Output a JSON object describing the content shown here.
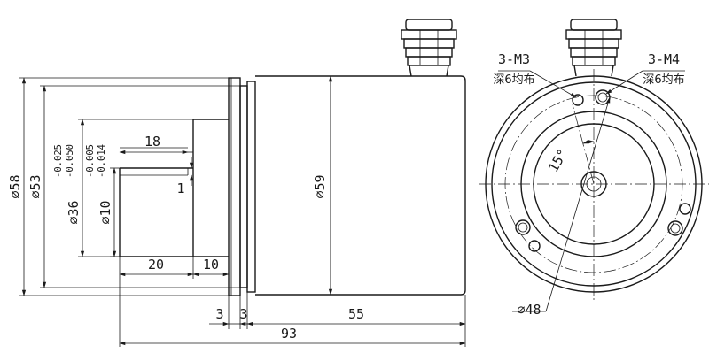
{
  "side_view": {
    "diameters": {
      "d58": "⌀58",
      "d53": "⌀53",
      "d36": "⌀36",
      "d10": "⌀10",
      "d59": "⌀59"
    },
    "tolerances": {
      "d36_upper": "-0.025",
      "d36_lower": "-0.050",
      "d10_upper": "-0.005",
      "d10_lower": "-0.014"
    },
    "lengths": {
      "keyway_18": "18",
      "flat_1": "1",
      "shaft_20": "20",
      "spigot_10": "10",
      "flange_3a": "3",
      "flange_3b": "3",
      "body_55": "55",
      "overall_93": "93"
    }
  },
  "front_view": {
    "holes_m3": {
      "thread": "3-M3",
      "depth": "深6均布"
    },
    "holes_m4": {
      "thread": "3-M4",
      "depth": "深6均布"
    },
    "angle": "15°",
    "bolt_circle": "⌀48"
  }
}
